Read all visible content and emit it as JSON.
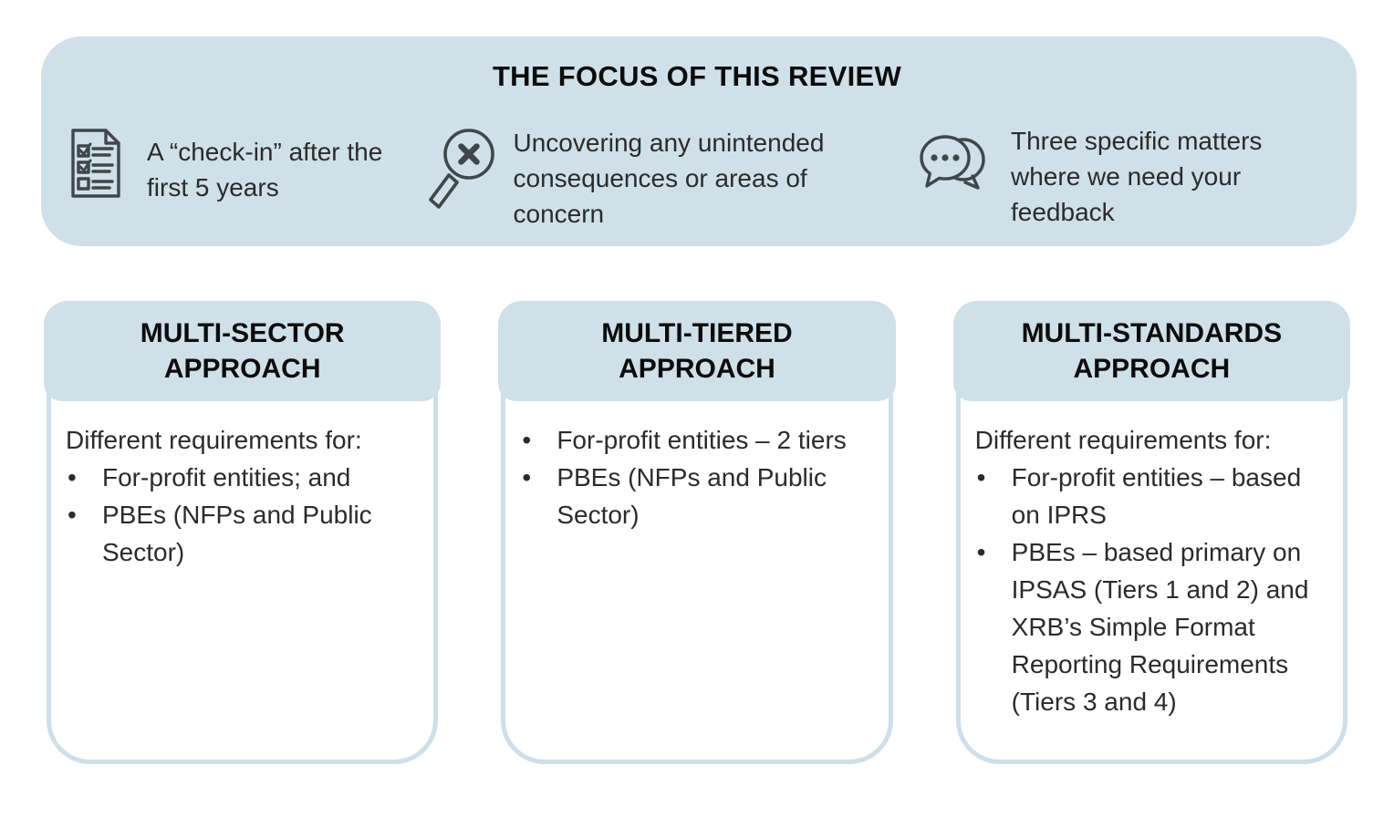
{
  "banner": {
    "title": "THE FOCUS OF THIS REVIEW",
    "items": [
      {
        "icon": "checklist-icon",
        "text": "A “check-in” after the first 5 years"
      },
      {
        "icon": "magnifier-x-icon",
        "text": "Uncovering any unintended consequences or areas of concern"
      },
      {
        "icon": "chat-bubbles-icon",
        "text": "Three specific matters where we need your feedback"
      }
    ]
  },
  "cards": [
    {
      "title": "MULTI-SECTOR APPROACH",
      "intro": "Different requirements for:",
      "bullets": [
        "For-profit entities; and",
        "PBEs (NFPs and Public Sector)"
      ]
    },
    {
      "title": "MULTI-TIERED APPROACH",
      "bullets": [
        "For-profit entities – 2 tiers",
        "PBEs (NFPs and Public Sector)"
      ]
    },
    {
      "title": "MULTI-STANDARDS APPROACH",
      "intro": "Different requirements for:",
      "bullets": [
        "For-profit entities – based on IPRS",
        "PBEs – based primary on IPSAS (Tiers 1 and 2) and XRB’s Simple Format Reporting Requirements (Tiers 3 and 4)"
      ]
    }
  ],
  "colors": {
    "panel_blue": "#cfe0e9",
    "border_blue": "#cfdfe9",
    "text_dark": "#2b2b2b",
    "heading_black": "#0c0c0c",
    "icon_gray": "#40474b"
  }
}
